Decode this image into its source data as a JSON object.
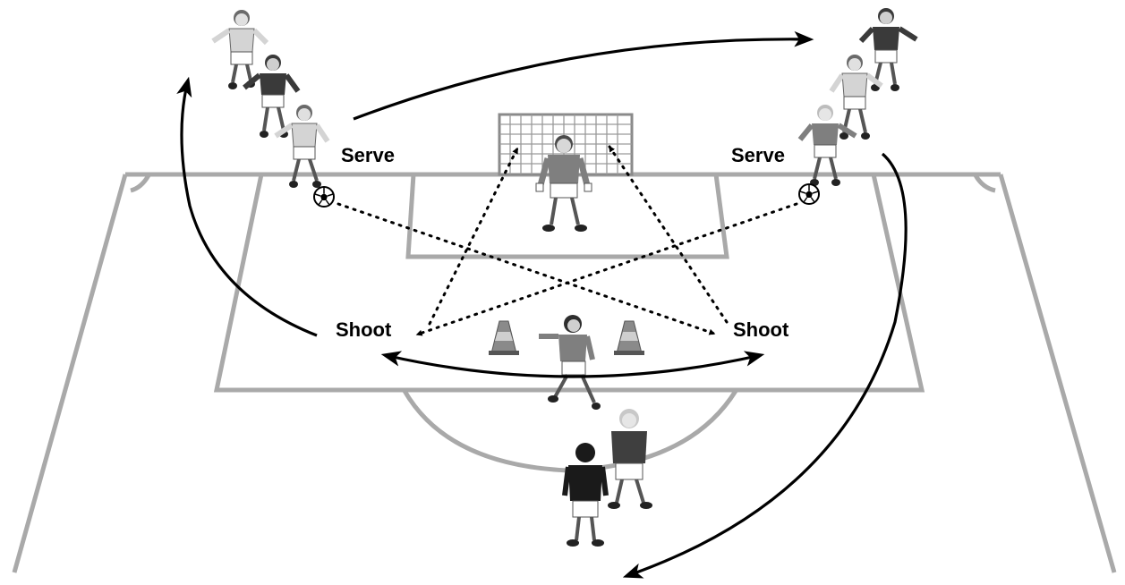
{
  "labels": {
    "serve_left": "Serve",
    "serve_right": "Serve",
    "shoot_left": "Shoot",
    "shoot_right": "Shoot"
  },
  "colors": {
    "field_lines": "#a9a9a9",
    "light_jersey": "#d0d0d0",
    "mid_jersey": "#7f7f7f",
    "dark_jersey": "#3a3a3a",
    "shorts": "#ffffff",
    "arrows": "#000000"
  },
  "icons": [
    "soccer-ball-icon",
    "training-cone-icon",
    "goal-net-icon",
    "player-figure-icon"
  ]
}
